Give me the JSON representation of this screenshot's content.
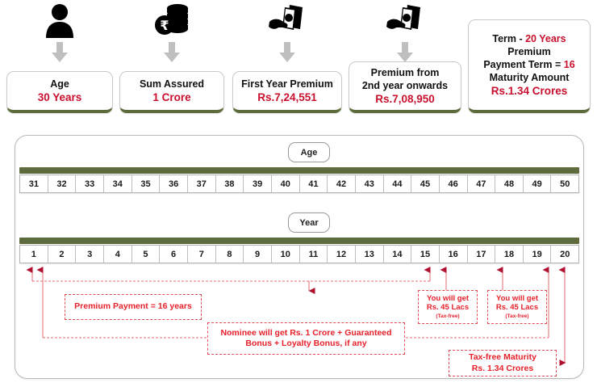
{
  "summary": {
    "items": [
      {
        "icon": "person-icon",
        "label": "Age",
        "value": "30 Years"
      },
      {
        "icon": "coins-rupee-icon",
        "label": "Sum Assured",
        "value": "1 Crore"
      },
      {
        "icon": "hand-cash-icon",
        "label": "First Year Premium",
        "value": "Rs.7,24,551"
      },
      {
        "icon": "hand-cash-icon",
        "label": "Premium from\n2nd year onwards",
        "label_line1": "Premium from",
        "label_line2": "2nd year onwards",
        "value": "Rs.7,08,950"
      }
    ],
    "term_box": {
      "term_label": "Term  - ",
      "term_value": "20 Years",
      "premium_label": "Premium",
      "payment_term_label": "Payment Term = ",
      "payment_term_value": "16",
      "maturity_label": "Maturity Amount",
      "maturity_value": "Rs.1.34 Crores"
    }
  },
  "timeline": {
    "age_pill": "Age",
    "year_pill": "Year",
    "ages": [
      "31",
      "32",
      "33",
      "34",
      "35",
      "36",
      "37",
      "38",
      "39",
      "40",
      "41",
      "42",
      "43",
      "44",
      "45",
      "46",
      "47",
      "48",
      "49",
      "50"
    ],
    "years": [
      "1",
      "2",
      "3",
      "4",
      "5",
      "6",
      "7",
      "8",
      "9",
      "10",
      "11",
      "12",
      "13",
      "14",
      "15",
      "16",
      "17",
      "18",
      "19",
      "20"
    ]
  },
  "notes": {
    "premium_payment": "Premium Payment = 16 years",
    "nominee_line1": "Nominee will get Rs. 1 Crore + Guaranteed",
    "nominee_line2": "Bonus + Loyalty Bonus, if any",
    "payout1_line1": "You will get",
    "payout1_line2": "Rs. 45 Lacs",
    "payout1_line3": "(Tax-free)",
    "payout2_line1": "You will get",
    "payout2_line2": "Rs. 45 Lacs",
    "payout2_line3": "(Tax-free)",
    "maturity_line1": "Tax-free Maturity",
    "maturity_line2": "Rs. 1.34 Crores"
  },
  "colors": {
    "accent_red": "#c8102e",
    "note_red": "#e8202a",
    "bar_green": "#5e6b3d",
    "arrow_gray": "#bfbfbf"
  }
}
